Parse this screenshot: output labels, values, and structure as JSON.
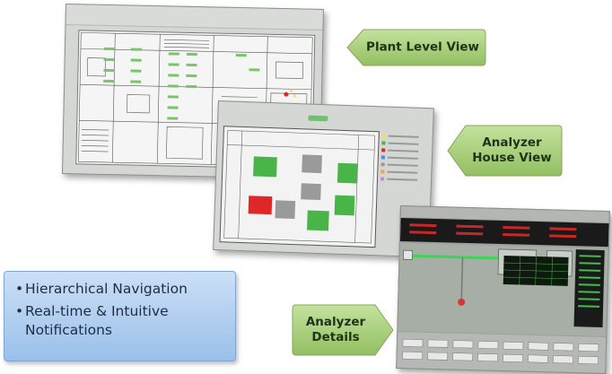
{
  "callouts": {
    "plant": "Plant Level View",
    "house_line1": "Analyzer",
    "house_line2": "House View",
    "details_line1": "Analyzer",
    "details_line2": "Details"
  },
  "features": {
    "items": [
      "Hierarchical Navigation",
      "Real-time & Intuitive Notifications"
    ]
  },
  "colors": {
    "callout_green": "#a9cf7c",
    "feature_blue": "#a9c8ee",
    "alarm_red": "#e02626",
    "ok_green": "#49b549",
    "neutral_gray": "#9a9a9a"
  }
}
